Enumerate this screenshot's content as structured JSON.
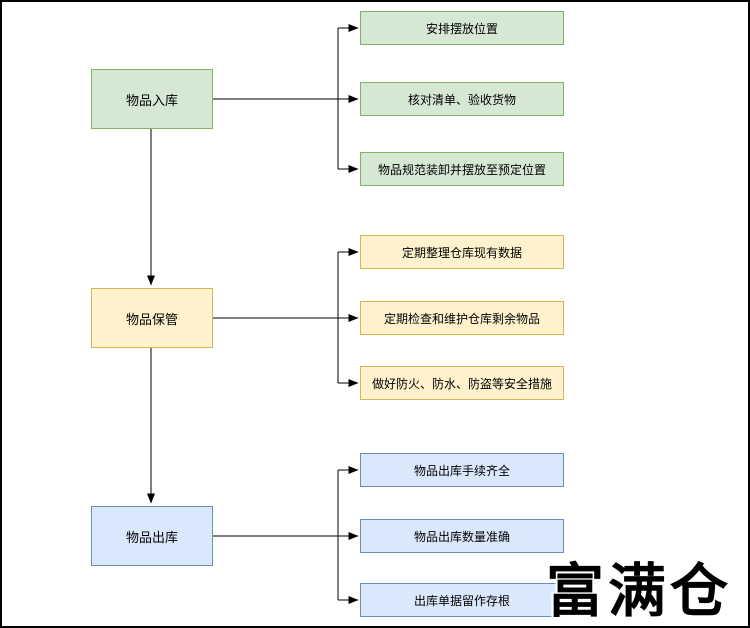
{
  "diagram": {
    "title_watermark": "富满仓",
    "connector_color": "#000000",
    "sections": [
      {
        "node": {
          "label": "物品入库"
        },
        "colors": {
          "fill": "#d5e8d4",
          "border": "#82b366"
        },
        "items": [
          {
            "label": "安排摆放位置"
          },
          {
            "label": "核对清单、验收货物"
          },
          {
            "label": "物品规范装卸并摆放至预定位置"
          }
        ]
      },
      {
        "node": {
          "label": "物品保管"
        },
        "colors": {
          "fill": "#fff2cc",
          "border": "#d6b656"
        },
        "items": [
          {
            "label": "定期整理仓库现有数据"
          },
          {
            "label": "定期检查和维护仓库剩余物品"
          },
          {
            "label": "做好防火、防水、防盗等安全措施"
          }
        ]
      },
      {
        "node": {
          "label": "物品出库"
        },
        "colors": {
          "fill": "#dae8fc",
          "border": "#6c8ebf"
        },
        "items": [
          {
            "label": "物品出库手续齐全"
          },
          {
            "label": "物品出库数量准确"
          },
          {
            "label": "出库单据留作存根"
          }
        ]
      }
    ]
  }
}
